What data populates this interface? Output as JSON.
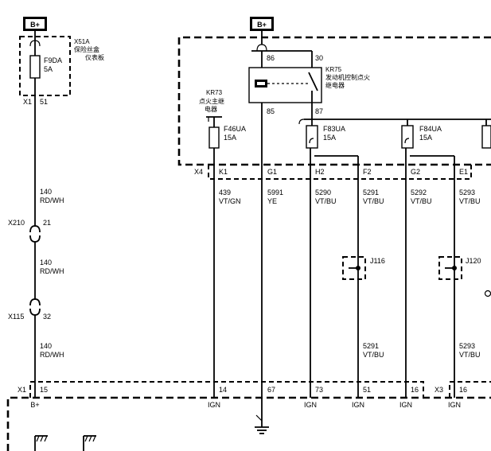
{
  "power_labels": [
    "B+",
    "B+"
  ],
  "fuse_box": {
    "ref": "X51A",
    "name_line1": "保险丝盒",
    "name_line2": "仪表板"
  },
  "fuse_f9da": {
    "name": "F9DA",
    "rating": "5A"
  },
  "connector_x1_top": {
    "ref": "X1",
    "pin": "51"
  },
  "relay_kr75": {
    "ref": "KR75",
    "name_line1": "发动机控制点火",
    "name_line2": "继电器",
    "pins": [
      "86",
      "30",
      "85",
      "87"
    ]
  },
  "relay_kr73": {
    "ref": "KR73",
    "name_line1": "点火主继",
    "name_line2": "电器"
  },
  "fuses_row": [
    {
      "name": "F46UA",
      "rating": "15A"
    },
    {
      "name": "F83UA",
      "rating": "15A"
    },
    {
      "name": "F84UA",
      "rating": "15A"
    }
  ],
  "connector_x4": {
    "ref": "X4",
    "pins": [
      "K1",
      "G1",
      "H2",
      "F2",
      "G2",
      "E1"
    ]
  },
  "wires_top": [
    {
      "circuit": "439",
      "color": "VT/GN"
    },
    {
      "circuit": "5991",
      "color": "YE"
    },
    {
      "circuit": "5290",
      "color": "VT/BU"
    },
    {
      "circuit": "5291",
      "color": "VT/BU"
    },
    {
      "circuit": "5292",
      "color": "VT/BU"
    },
    {
      "circuit": "5293",
      "color": "VT/BU"
    }
  ],
  "wires_lower": [
    {
      "circuit": "5291",
      "color": "VT/BU"
    },
    {
      "circuit": "5293",
      "color": "VT/BU"
    }
  ],
  "left_wire_segments": [
    {
      "circuit": "140",
      "color": "RD/WH"
    },
    {
      "circuit": "140",
      "color": "RD/WH"
    },
    {
      "circuit": "140",
      "color": "RD/WH"
    }
  ],
  "inline_connectors": [
    {
      "ref": "X210",
      "pin": "21"
    },
    {
      "ref": "X115",
      "pin": "32"
    }
  ],
  "splices": [
    "J116",
    "J120"
  ],
  "bottom_connectors": {
    "x1": "X1",
    "x3": "X3"
  },
  "bottom_pins": [
    "15",
    "14",
    "67",
    "73",
    "51",
    "16",
    "16"
  ],
  "bottom_signals": [
    "B+",
    "IGN",
    "IGN",
    "IGN",
    "IGN",
    "IGN"
  ]
}
